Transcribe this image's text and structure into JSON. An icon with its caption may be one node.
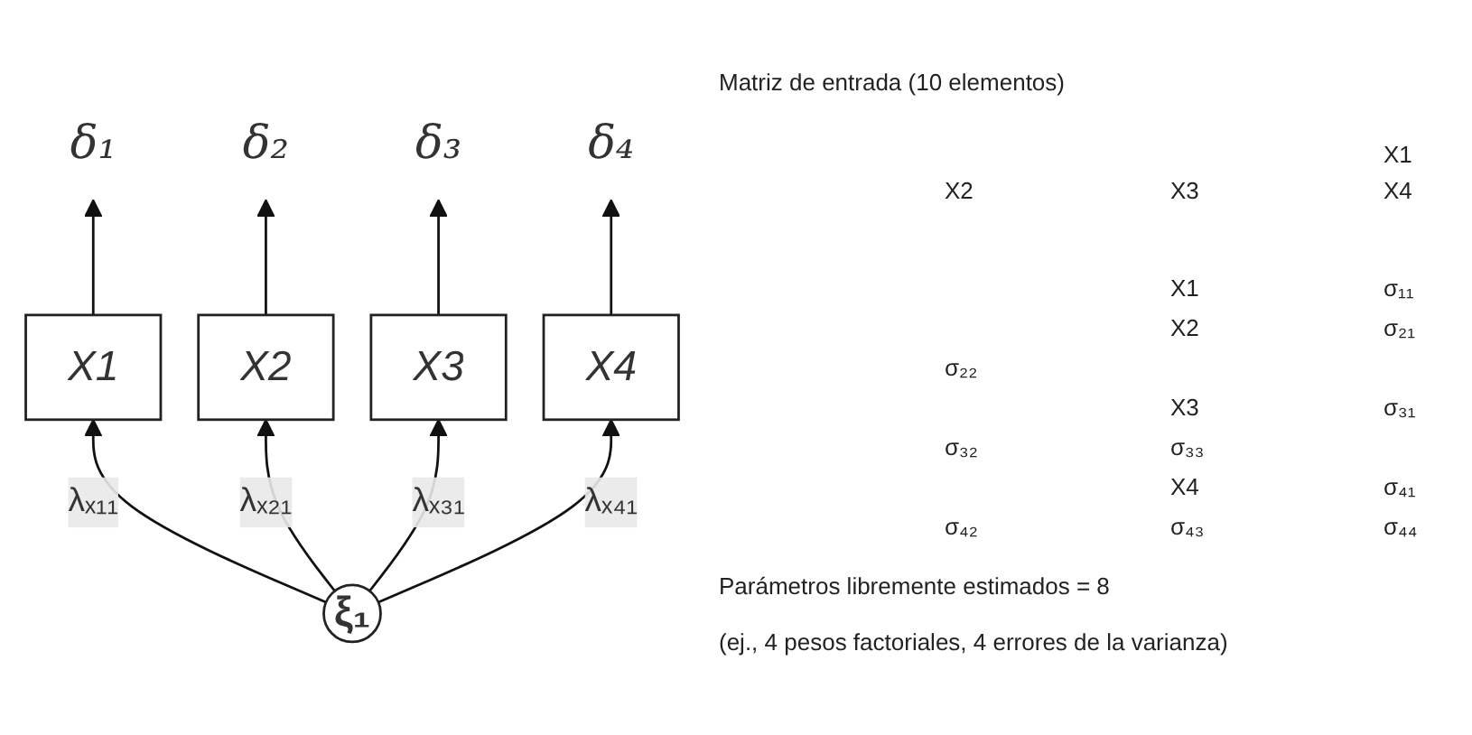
{
  "diagram": {
    "nodes": [
      {
        "text": [
          "δ₁"
        ]
      },
      {
        "text": [
          "δ₂"
        ]
      },
      {
        "text": [
          "δ₃"
        ]
      },
      {
        "text": [
          "δ₄"
        ]
      },
      {
        "text": [
          "X1"
        ]
      },
      {
        "text": [
          "X2"
        ]
      },
      {
        "text": [
          "X3"
        ]
      },
      {
        "text": [
          "X4"
        ]
      },
      {
        "text": [
          "ξ₁"
        ]
      }
    ],
    "edges": [
      {
        "from": 8,
        "to": 4,
        "arrow": "to",
        "label": "λₓ₁₁"
      },
      {
        "from": 8,
        "to": 5,
        "arrow": "to",
        "label": "λₓ₂₁"
      },
      {
        "from": 8,
        "to": 6,
        "arrow": "to",
        "label": "λₓ₃₁"
      },
      {
        "from": 8,
        "to": 7,
        "arrow": "to",
        "label": "λₓ₄₁"
      },
      {
        "from": 4,
        "to": 0,
        "arrow": "to"
      },
      {
        "from": 5,
        "to": 1,
        "arrow": "to"
      },
      {
        "from": 6,
        "to": 2,
        "arrow": "to"
      },
      {
        "from": 7,
        "to": 3,
        "arrow": "to"
      }
    ],
    "labels": [
      "Matriz de entrada (10 elementos)",
      "X1",
      "X2",
      "X3",
      "X4",
      "X1",
      "σ₁₁",
      "X2",
      "σ₂₁",
      "σ₂₂",
      "X3",
      "σ₃₁",
      "σ₃₂",
      "σ₃₃",
      "X4",
      "σ₄₁",
      "σ₄₂",
      "σ₄₃",
      "σ₄₄",
      "Parámetros libremente estimados = 8",
      "(ej., 4 pesos factoriales, 4 errores de la varianza)"
    ]
  }
}
